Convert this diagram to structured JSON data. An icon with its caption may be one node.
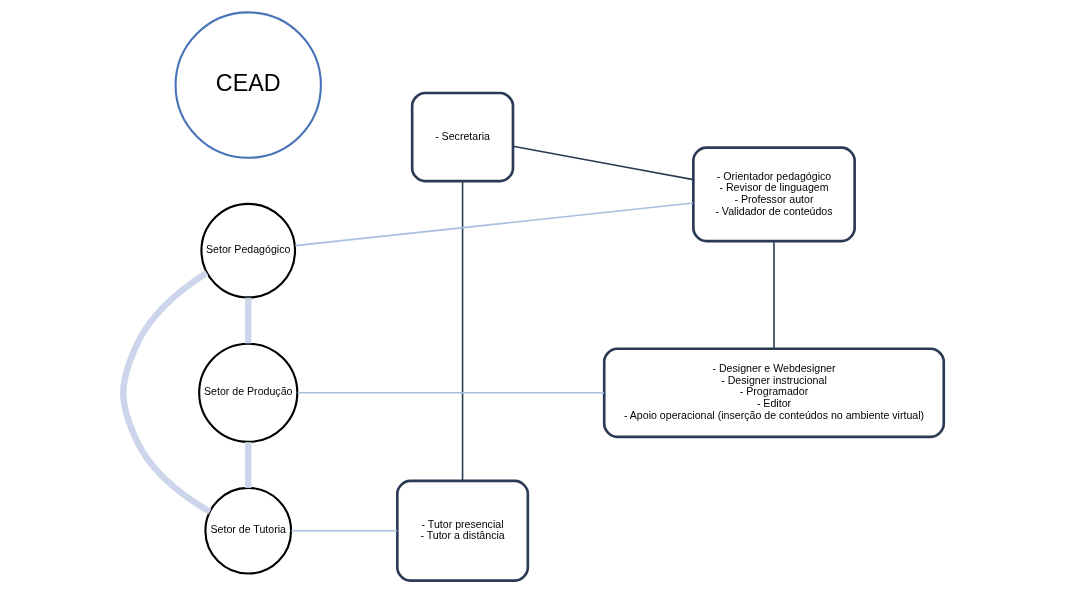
{
  "diagram": {
    "nodes": [
      {
        "text": [
          "- Secretaria"
        ]
      },
      {
        "text": [
          "Setor Pedagógico"
        ]
      },
      {
        "text": [
          "- Orientador pedagógico",
          "- Revisor de linguagem",
          "- Professor autor",
          "- Validador de conteúdos"
        ]
      },
      {
        "text": [
          "CEAD"
        ]
      },
      {
        "text": [
          "- Tutor presencial",
          "- Tutor a distância"
        ]
      },
      {
        "text": [
          "Setor de Tutoria"
        ]
      },
      {
        "text": [
          "Setor de Produção"
        ]
      },
      {
        "text": [
          "- Designer e Webdesigner",
          "- Designer instrucional",
          "- Programador",
          "- Editor",
          "- Apoio operacional (inserção de conteúdos no ambiente virtual)"
        ]
      }
    ],
    "edges": [
      {
        "from": 0,
        "to": 2,
        "arrow": "none"
      },
      {
        "from": 0,
        "to": 4,
        "arrow": "none"
      },
      {
        "from": 2,
        "to": 7,
        "arrow": "none"
      },
      {
        "from": 1,
        "to": 2,
        "arrow": "none",
        "color": "#a9bfe0"
      },
      {
        "from": 5,
        "to": 4,
        "arrow": "none",
        "color": "#a9bfe0"
      },
      {
        "from": 6,
        "to": 7,
        "arrow": "none",
        "color": "#a9bfe0"
      },
      {
        "from": 1,
        "to": 6,
        "arrow": "none",
        "style": "thick",
        "color": "#cdd5ea"
      },
      {
        "from": 6,
        "to": 5,
        "arrow": "none",
        "style": "thick",
        "color": "#cdd5ea"
      },
      {
        "from": 5,
        "to": 1,
        "arrow": "none",
        "style": "thick",
        "color": "#cdd5ea"
      }
    ]
  }
}
